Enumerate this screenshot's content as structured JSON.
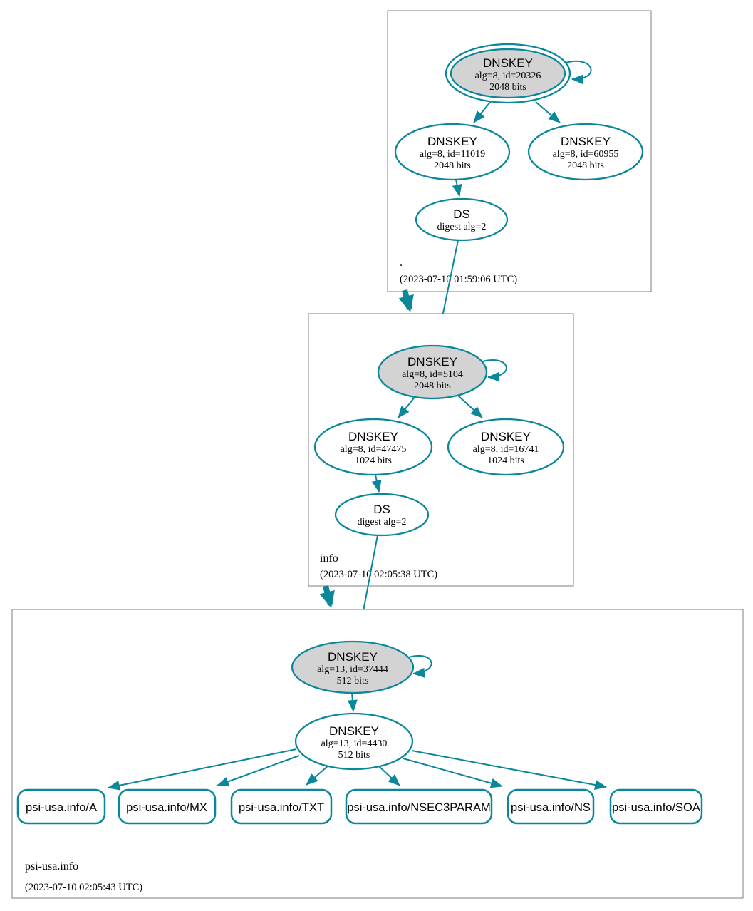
{
  "diagram": {
    "kind": "dnssec-authentication-chain",
    "colors": {
      "edge_secure": "#0a879a",
      "ksk_fill": "#d3d3d3",
      "node_fill": "#ffffff",
      "zone_box_border": "#7f7f7f",
      "text": "#000000"
    }
  },
  "zones": [
    {
      "label": ".",
      "timestamp": "(2023-07-10 01:59:06 UTC)",
      "nodes": {
        "ksk": {
          "title": "DNSKEY",
          "detail": "alg=8, id=20326",
          "bits": "2048 bits"
        },
        "zsk1": {
          "title": "DNSKEY",
          "detail": "alg=8, id=11019",
          "bits": "2048 bits"
        },
        "zsk2": {
          "title": "DNSKEY",
          "detail": "alg=8, id=60955",
          "bits": "2048 bits"
        },
        "ds": {
          "title": "DS",
          "detail": "digest alg=2"
        }
      }
    },
    {
      "label": "info",
      "timestamp": "(2023-07-10 02:05:38 UTC)",
      "nodes": {
        "ksk": {
          "title": "DNSKEY",
          "detail": "alg=8, id=5104",
          "bits": "2048 bits"
        },
        "zsk1": {
          "title": "DNSKEY",
          "detail": "alg=8, id=47475",
          "bits": "1024 bits"
        },
        "zsk2": {
          "title": "DNSKEY",
          "detail": "alg=8, id=16741",
          "bits": "1024 bits"
        },
        "ds": {
          "title": "DS",
          "detail": "digest alg=2"
        }
      }
    },
    {
      "label": "psi-usa.info",
      "timestamp": "(2023-07-10 02:05:43 UTC)",
      "nodes": {
        "ksk": {
          "title": "DNSKEY",
          "detail": "alg=13, id=37444",
          "bits": "512 bits"
        },
        "zsk1": {
          "title": "DNSKEY",
          "detail": "alg=13, id=4430",
          "bits": "512 bits"
        }
      },
      "rrsets": [
        "psi-usa.info/A",
        "psi-usa.info/MX",
        "psi-usa.info/TXT",
        "psi-usa.info/NSEC3PARAM",
        "psi-usa.info/NS",
        "psi-usa.info/SOA"
      ]
    }
  ]
}
